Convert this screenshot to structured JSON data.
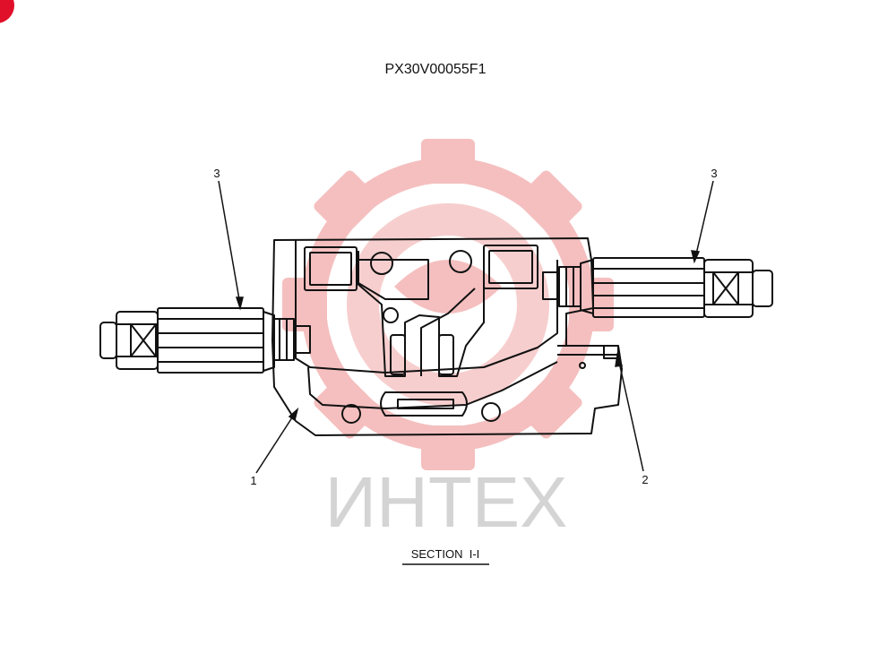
{
  "drawing": {
    "code": "PX30V00055F1",
    "section_title": "SECTION  I-I",
    "callouts": [
      {
        "id": "1",
        "text": "1"
      },
      {
        "id": "2",
        "text": "2"
      },
      {
        "id": "3",
        "text": "3"
      }
    ]
  },
  "watermark": {
    "text": "ИНТЕХ",
    "gear_color": "#f4b5b5",
    "text_color": "#d4d4d4"
  },
  "colors": {
    "line": "#111111",
    "corner_badge": "#e0102a"
  }
}
